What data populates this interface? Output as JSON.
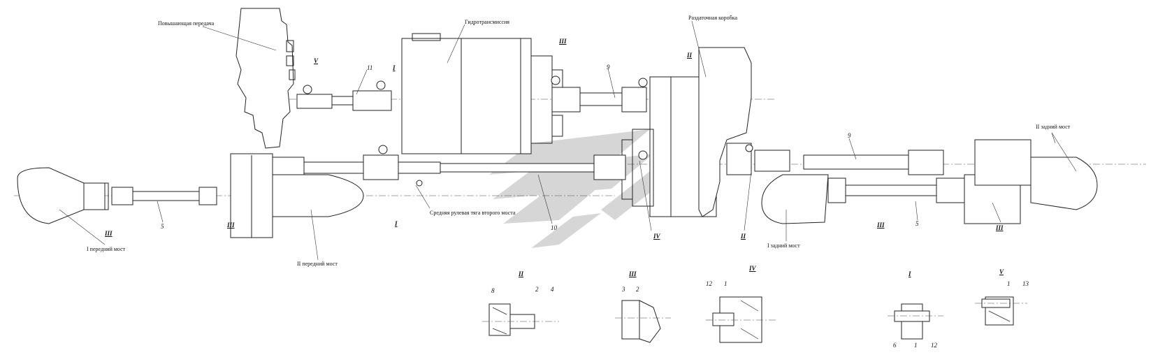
{
  "labels": {
    "overdrive": "Повышающая передача",
    "hydrotransmission": "Гидротрансмиссия",
    "transfer_case": "Раздаточная коробка",
    "rear_axle_2": "II задний мост",
    "middle_rod": "Средняя рулевая тяга второго моста",
    "front_axle_1": "I передний мост",
    "front_axle_2": "II передний мост",
    "rear_axle_1": "I задний мост"
  },
  "callouts": {
    "n11": "11",
    "n9_top": "9",
    "n9_right": "9",
    "n5_left": "5",
    "n5_right": "5",
    "n10": "10"
  },
  "roman": {
    "v_top": "V",
    "i_top": "I",
    "iii_top": "III",
    "ii_top": "II",
    "iii_left": "III",
    "iii_mid": "III",
    "i_mid": "I",
    "iv_mid": "IV",
    "ii_mid": "II",
    "iii_r1": "III",
    "iii_r2": "III"
  },
  "details": {
    "ii": {
      "title": "II",
      "n1": "8",
      "n2": "2",
      "n3": "4"
    },
    "iii": {
      "title": "III",
      "n1": "3",
      "n2": "2"
    },
    "iv": {
      "title": "IV",
      "n1": "12",
      "n2": "1"
    },
    "i": {
      "title": "I",
      "n1": "6",
      "n2": "1",
      "n3": "12"
    },
    "v": {
      "title": "V",
      "n1": "1",
      "n2": "13"
    }
  }
}
